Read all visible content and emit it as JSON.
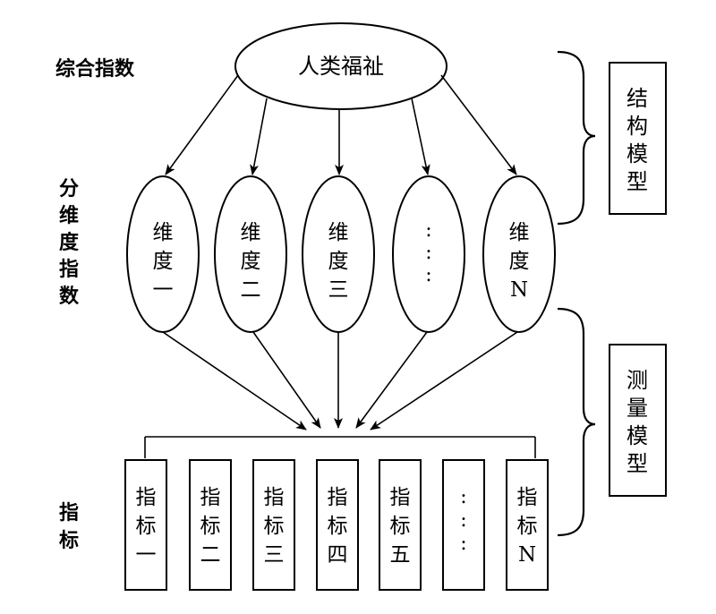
{
  "left_labels": {
    "composite_index": "综合指数",
    "dimension_index": [
      "分",
      "维",
      "度",
      "指",
      "数"
    ],
    "indicator": [
      "指",
      "标"
    ]
  },
  "top_node": "人类福祉",
  "dimensions": [
    [
      "维",
      "度",
      "一"
    ],
    [
      "维",
      "度",
      "二"
    ],
    [
      "维",
      "度",
      "三"
    ],
    [
      ":",
      ":",
      ":"
    ],
    [
      "维",
      "度",
      "N"
    ]
  ],
  "indicators": [
    [
      "指",
      "标",
      "一"
    ],
    [
      "指",
      "标",
      "二"
    ],
    [
      "指",
      "标",
      "三"
    ],
    [
      "指",
      "标",
      "四"
    ],
    [
      "指",
      "标",
      "五"
    ],
    [
      ":",
      ":",
      ":"
    ],
    [
      "指",
      "标",
      "N"
    ]
  ],
  "right_boxes": {
    "structural_model": [
      "结",
      "构",
      "模",
      "型"
    ],
    "measurement_model": [
      "测",
      "量",
      "模",
      "型"
    ]
  },
  "colors": {
    "stroke": "#000000",
    "background": "#ffffff"
  }
}
